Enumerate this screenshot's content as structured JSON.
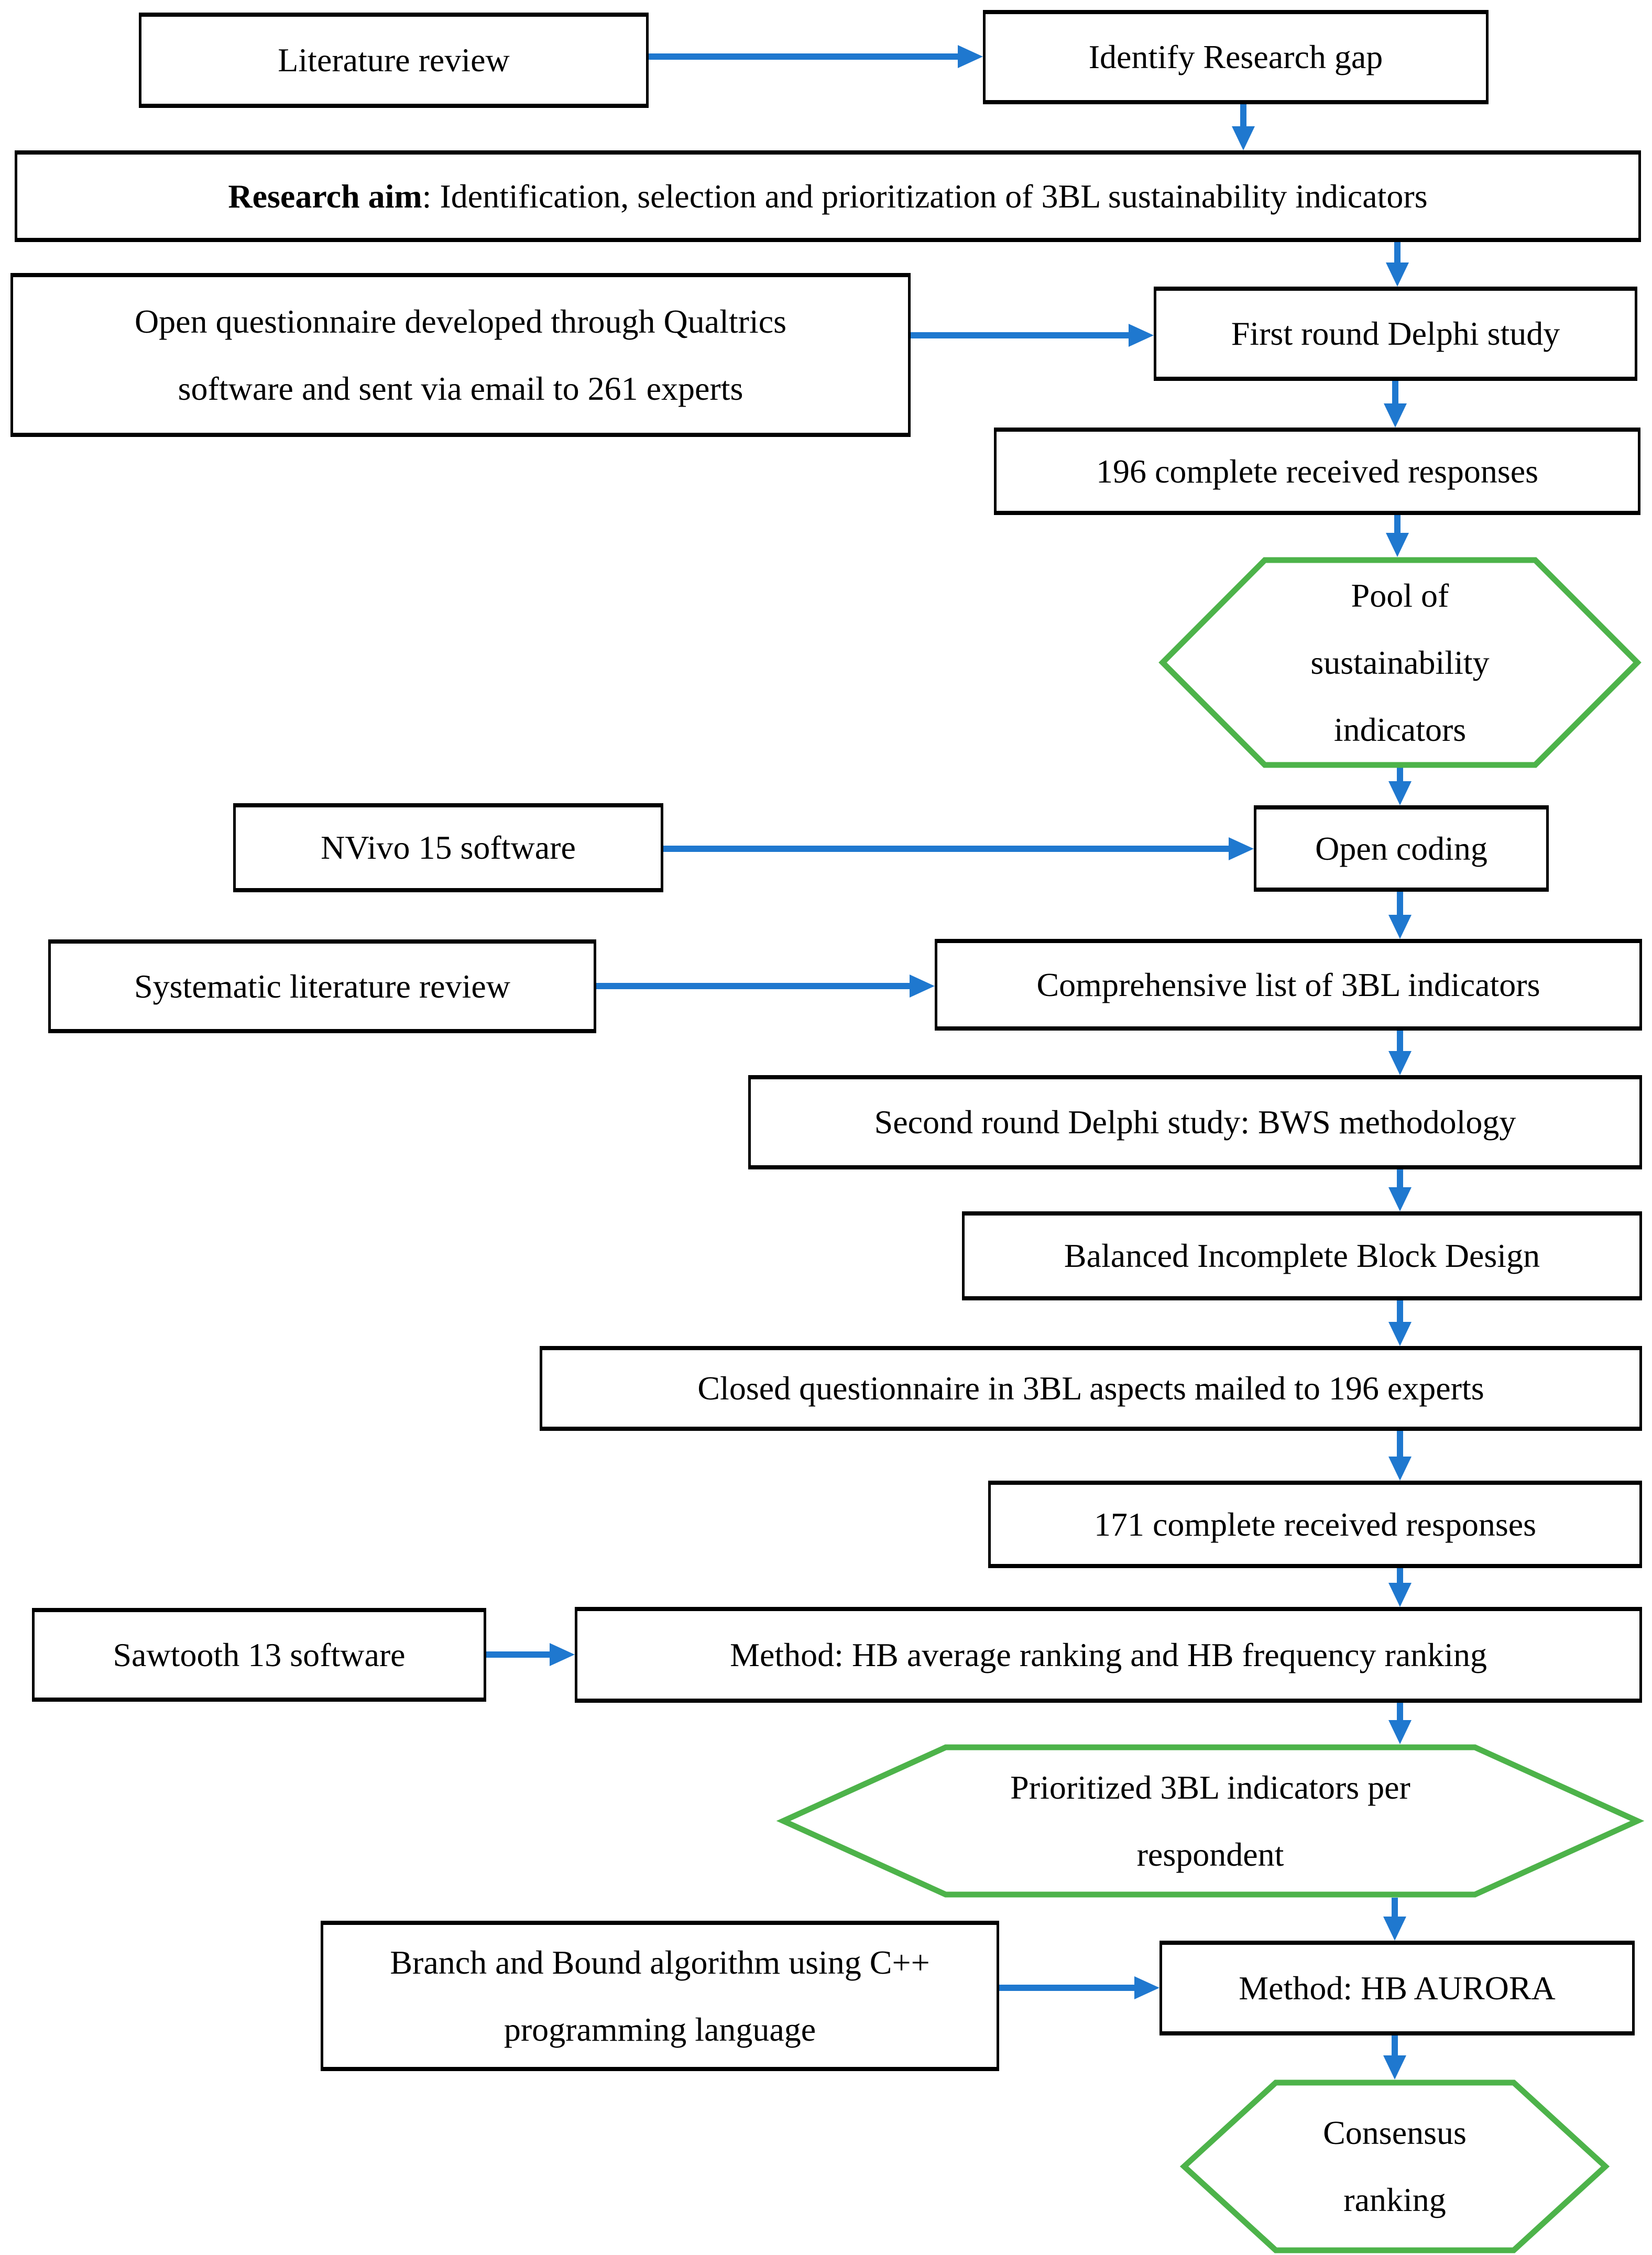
{
  "colors": {
    "arrow": "#1f78cf",
    "hexagon": "#4db34a",
    "border": "#000000",
    "text": "#000000",
    "background": "#ffffff"
  },
  "nodes": {
    "literature_review": "Literature review",
    "identify_gap": "Identify Research gap",
    "research_aim_bold": "Research aim",
    "research_aim_rest": ": Identification, selection and prioritization of 3BL sustainability indicators",
    "open_questionnaire_line1": "Open questionnaire developed through Qualtrics",
    "open_questionnaire_line2": "software and sent via email to 261 experts",
    "first_round": "First round Delphi study",
    "responses_196": "196 complete received responses",
    "pool_line1": "Pool of",
    "pool_line2": "sustainability",
    "pool_line3": "indicators",
    "nvivo": "NVivo 15 software",
    "open_coding": "Open coding",
    "systematic": "Systematic literature review",
    "comprehensive": "Comprehensive list of 3BL indicators",
    "second_round": "Second round Delphi study: BWS methodology",
    "bibd": "Balanced Incomplete Block Design",
    "closed_questionnaire": "Closed questionnaire in 3BL aspects mailed to 196 experts",
    "responses_171": "171 complete received responses",
    "sawtooth": "Sawtooth 13 software",
    "method_hb": "Method: HB average ranking and HB frequency ranking",
    "prioritized_line1": "Prioritized 3BL indicators per",
    "prioritized_line2": "respondent",
    "branch_bound_line1": "Branch and Bound algorithm using C++",
    "branch_bound_line2": "programming language",
    "method_aurora": "Method: HB AURORA",
    "consensus_line1": "Consensus",
    "consensus_line2": "ranking"
  }
}
